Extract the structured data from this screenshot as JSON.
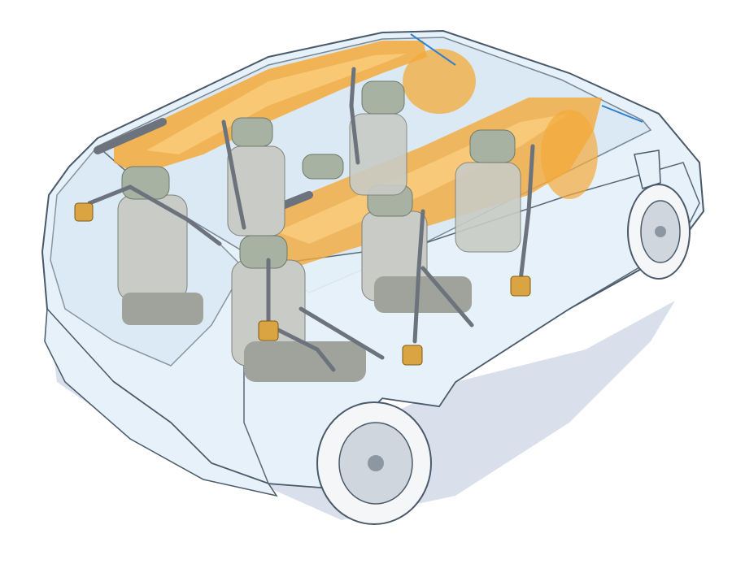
{
  "illustration": {
    "subject": "minivan-cutaway",
    "colors": {
      "background": "#ffffff",
      "shadow": "#b9c6dd",
      "body_fill": "#e6f1f9",
      "body_stroke": "#4a5a6a",
      "glass": "#d7e7f3",
      "airbag": "#f3a93a",
      "airbag_light": "#ffd58a",
      "seat": "#c9ccc6",
      "seat_dark": "#9fa39c",
      "headrest": "#a7b2a3",
      "belt": "#6c737c",
      "buckle": "#d9a441",
      "tire": "#f4f6f8",
      "rim": "#cfd6dd",
      "accent_line": "#2f7fd1"
    },
    "seat_rows": 3,
    "wheels_visible": 2,
    "curtain_airbags": 2
  }
}
